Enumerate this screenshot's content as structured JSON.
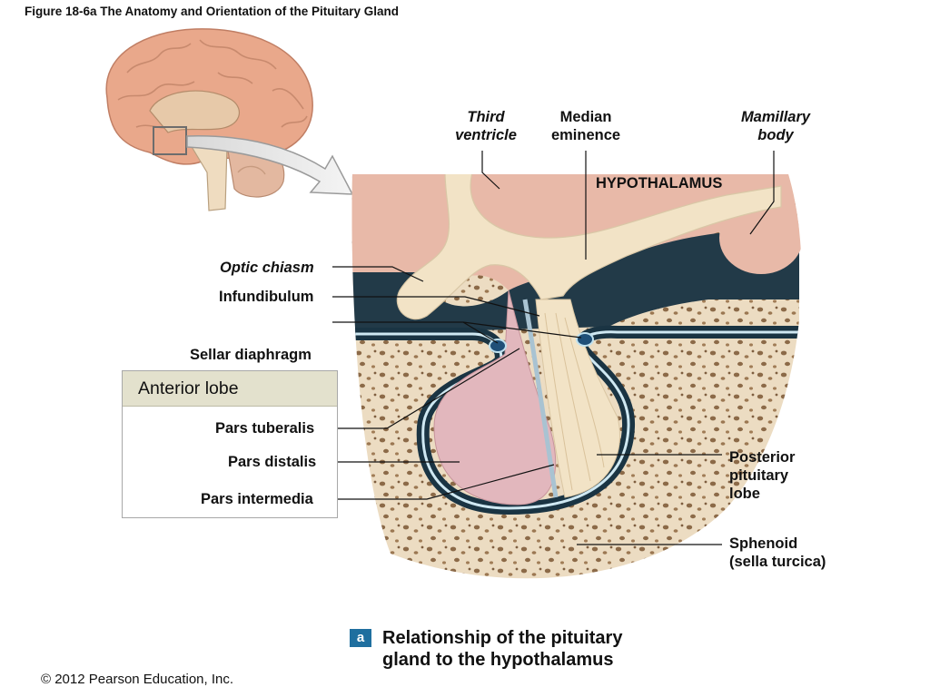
{
  "figure_title": "Figure 18-6a  The Anatomy and Orientation of the Pituitary Gland",
  "labels": {
    "third_ventricle": [
      "Third",
      "ventricle"
    ],
    "median_eminence": [
      "Median",
      "eminence"
    ],
    "mamillary_body": [
      "Mamillary",
      "body"
    ],
    "hypothalamus": "HYPOTHALAMUS",
    "optic_chiasm": "Optic chiasm",
    "infundibulum": "Infundibulum",
    "sellar_diaphragm": "Sellar diaphragm",
    "posterior_lobe": [
      "Posterior",
      "pituitary",
      "lobe"
    ],
    "sphenoid": [
      "Sphenoid",
      "(sella turcica)"
    ]
  },
  "anterior_lobe": {
    "title": "Anterior lobe",
    "parts": [
      "Pars tuberalis",
      "Pars distalis",
      "Pars intermedia"
    ]
  },
  "caption": {
    "badge": "a",
    "lines": [
      "Relationship of the pituitary",
      "gland to the hypothalamus"
    ]
  },
  "copyright": "© 2012 Pearson Education, Inc.",
  "colors": {
    "bone": "#ecdcc2",
    "bone_holes": "#8c6a48",
    "hypothalamus_tissue": "#e8b9a8",
    "nerve_tissue": "#f2e3c6",
    "anterior_lobe": "#e2b7bd",
    "dark_space": "#223a48",
    "membrane": "#2f4f5f",
    "brain": "#e9a88b",
    "badge": "#1f6f9f"
  }
}
